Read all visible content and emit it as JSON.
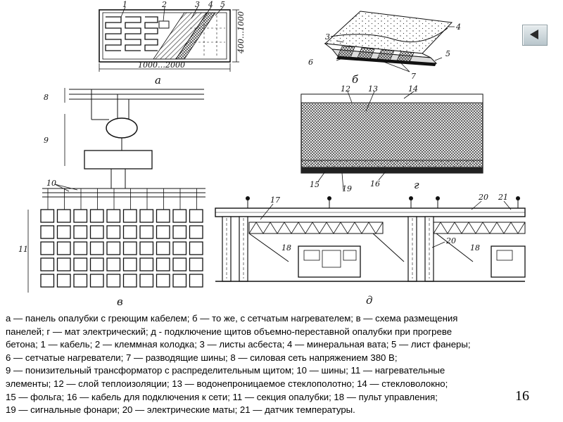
{
  "labels": {
    "a_nums": [
      "1",
      "2",
      "3",
      "4",
      "5"
    ],
    "a_dim_width": "1000…2000",
    "a_dim_height": "400…1000",
    "a_letter": "а",
    "b_nums": [
      "3",
      "4",
      "6",
      "5",
      "7"
    ],
    "b_letter": "б",
    "c_nums": [
      "8",
      "9",
      "10",
      "11"
    ],
    "c_letter": "в",
    "g_nums": [
      "12",
      "13",
      "14",
      "15",
      "19",
      "16"
    ],
    "g_letter": "г",
    "d_nums": [
      "17",
      "20",
      "21",
      "18",
      "20",
      "18"
    ],
    "d_letter": "д"
  },
  "caption": {
    "lines": [
      "а — панель опалубки с греющим кабелем; б — то же, с сетчатым нагревателем; в — схема размещения",
      "панелей; г — мат электрический; д - подключение щитов объемно-переставной опалубки при прогреве",
      "бетона; 1 — кабель; 2 — клеммная колодка; 3 — листы асбеста; 4 — минеральная вата; 5 — лист фанеры;",
      "6 — сетчатые нагреватели; 7 — разводящие шины; 8 — силовая сеть напряжением 380 В;",
      "9 — понизительный трансформатор с распределительным щитом; 10 — шины; 11 — нагревательные",
      "элементы; 12 — слой теплоизоляции; 13 — водонепроницаемое стеклополотно; 14 — стекловолокно;",
      "15 — фольга; 16 — кабель для подключения к сети; 11 — секция опалубки; 18 — пульт управления;",
      "19 — сигнальные фонари; 20 — электрические маты; 21 — датчик температуры."
    ]
  },
  "page_number": "16",
  "nav": {
    "back_icon": "triangle-left-icon"
  },
  "colors": {
    "ink": "#111111",
    "button_arrow": "#2a2a2a"
  }
}
